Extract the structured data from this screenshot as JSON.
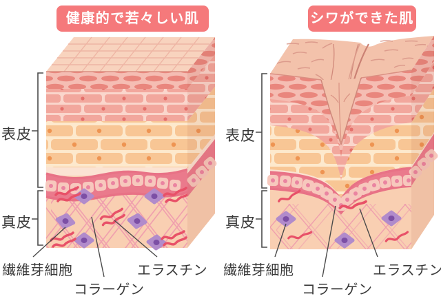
{
  "diagram": {
    "panels": [
      {
        "title": "健康的で若々しい肌",
        "epidermis_label": "表皮",
        "dermis_label": "真皮",
        "fibroblast_label": "繊維芽細胞",
        "collagen_label": "コラーゲン",
        "elastin_label": "エラスチン"
      },
      {
        "title": "シワができた肌",
        "epidermis_label": "表皮",
        "dermis_label": "真皮",
        "fibroblast_label": "繊維芽細胞",
        "collagen_label": "コラーゲン",
        "elastin_label": "エラスチン"
      }
    ],
    "colors": {
      "title_bg": "#F5797B",
      "title_text": "#FFFFFF",
      "label_text": "#3A3A3A",
      "skin_surface": "#F8D3BE",
      "wrinkled_surface": "#F3C2AB",
      "corneum_bg": "#F5BDB3",
      "corneum_cell": "#E9867D",
      "epidermis_brick_pink": "#F2A79D",
      "epidermis_brick_orange": "#F8C695",
      "basal_band": "#EA7A8C",
      "basal_cell": "#F7C8BD",
      "dermis_bg": "#F9CFB2",
      "collagen_fiber": "#F0A0AE",
      "fibroblast_body": "#B18BCB",
      "fibroblast_nucleus": "#7C4FA5",
      "elastin_fiber": "#E85168"
    }
  }
}
